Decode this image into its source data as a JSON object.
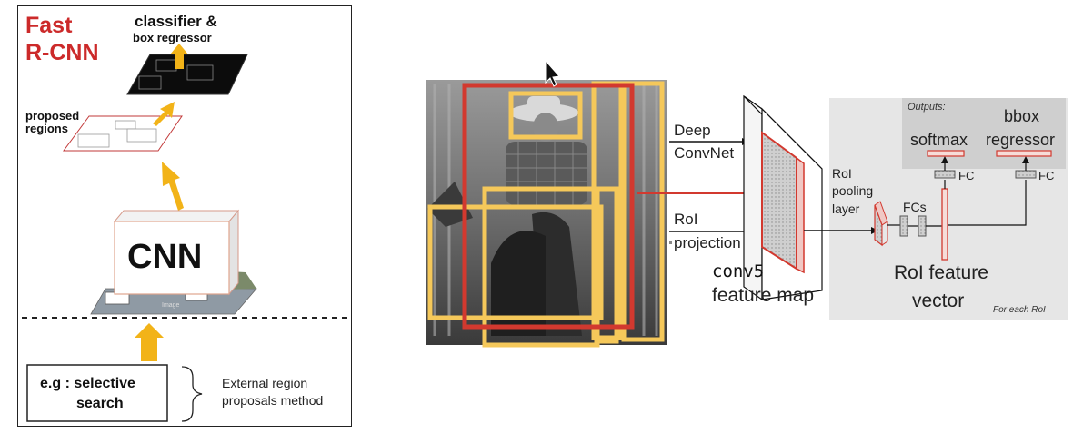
{
  "left": {
    "title_line1": "Fast",
    "title_line2": "R-CNN",
    "top_label_line1": "classifier &",
    "top_label_line2": "box regressor",
    "proposed_line1": "proposed",
    "proposed_line2": "regions",
    "cnn_label": "CNN",
    "image_label": "Image",
    "method_box_line1": "e.g : selective",
    "method_box_line2": "search",
    "external_line1": "External region",
    "external_line2": "proposals method",
    "colors": {
      "title": "#cc2a2a",
      "arrow": "#f2b318"
    }
  },
  "right": {
    "deep_line1": "Deep",
    "deep_line2": "ConvNet",
    "roi_proj_line1": "RoI",
    "roi_proj_line2": "projection",
    "conv5": "conv5",
    "feature_map": "feature map",
    "roi_pool_line1": "RoI",
    "roi_pool_line2": "pooling",
    "roi_pool_line3": "layer",
    "fcs": "FCs",
    "roi_vec_line1": "RoI feature",
    "roi_vec_line2": "vector",
    "outputs": "Outputs:",
    "softmax": "softmax",
    "bbox_line1": "bbox",
    "bbox_line2": "regressor",
    "fc1": "FC",
    "fc2": "FC",
    "for_each": "For each RoI",
    "colors": {
      "box_yellow": "#f5c85a",
      "box_red": "#d2392f",
      "panel_gray": "#e6e6e6",
      "output_gray": "#cfcfcf"
    }
  }
}
